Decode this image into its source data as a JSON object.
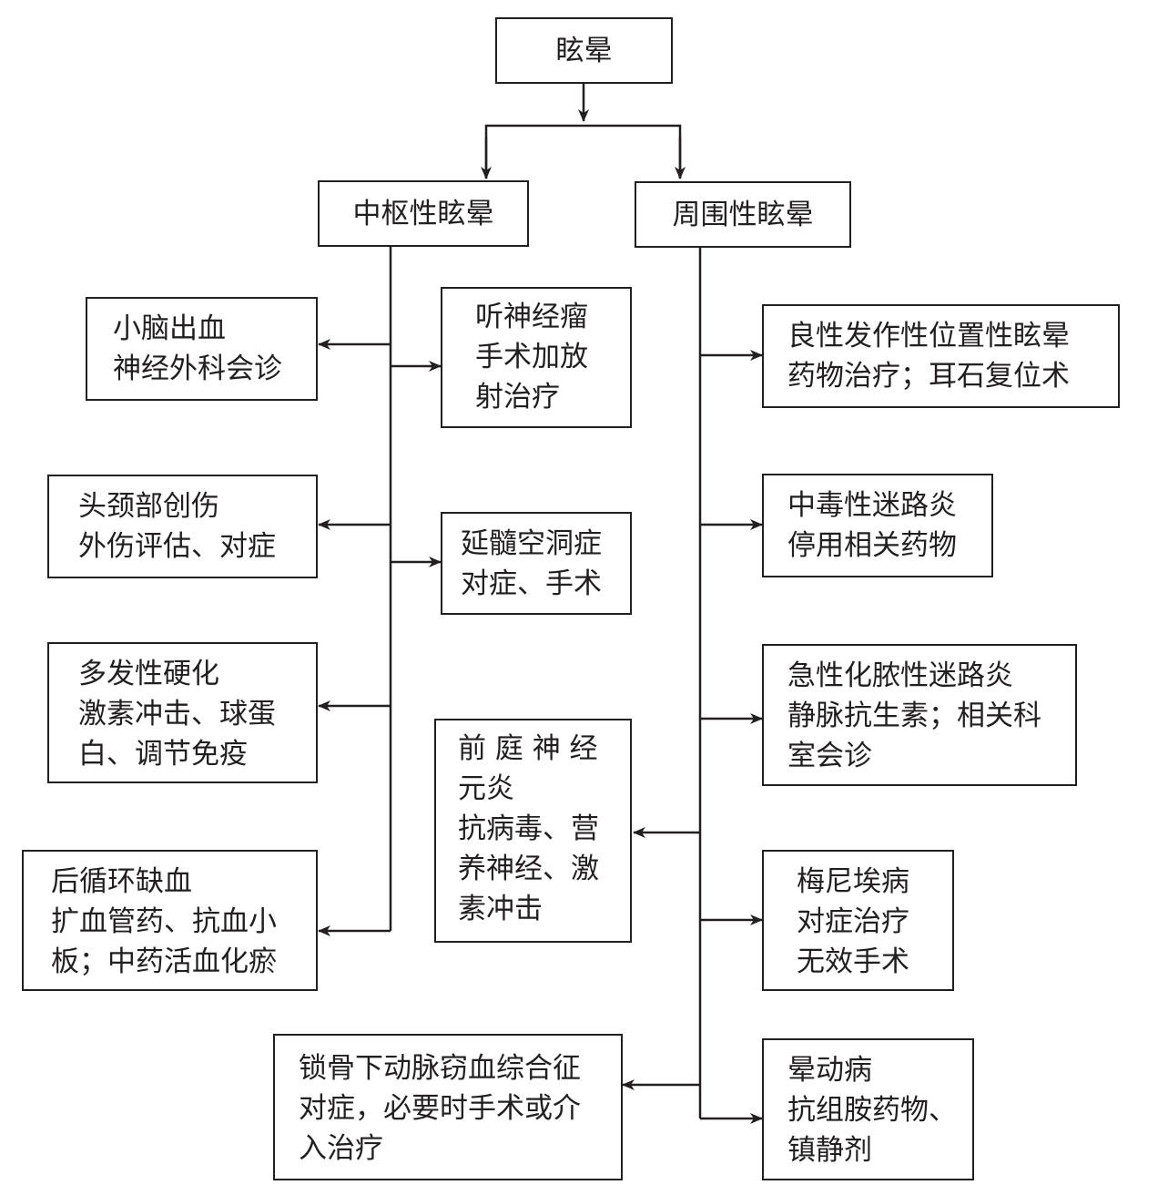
{
  "root": {
    "label": "眩晕"
  },
  "central": {
    "title": "中枢性眩晕",
    "nodes": [
      {
        "id": "cerebellar",
        "lines": [
          "小脑出血",
          "神经外科会诊"
        ]
      },
      {
        "id": "acoustic",
        "lines": [
          "听神经瘤",
          "手术加放",
          "射治疗"
        ]
      },
      {
        "id": "trauma",
        "lines": [
          "头颈部创伤",
          "外伤评估、对症"
        ]
      },
      {
        "id": "syringo",
        "lines": [
          "延髓空洞症",
          "对症、手术"
        ]
      },
      {
        "id": "ms",
        "lines": [
          "多发性硬化",
          "激素冲击、球蛋",
          "白、调节免疫"
        ]
      },
      {
        "id": "posterior",
        "lines": [
          "后循环缺血",
          "扩血管药、抗血小",
          "板；中药活血化瘀"
        ]
      }
    ]
  },
  "peripheral": {
    "title": "周围性眩晕",
    "nodes": [
      {
        "id": "bppv",
        "lines": [
          "良性发作性位置性眩晕",
          "药物治疗；耳石复位术"
        ]
      },
      {
        "id": "toxic",
        "lines": [
          "中毒性迷路炎",
          "停用相关药物"
        ]
      },
      {
        "id": "suppurative",
        "lines": [
          "急性化脓性迷路炎",
          "静脉抗生素；相关科",
          "室会诊"
        ]
      },
      {
        "id": "vestibular",
        "lines": [
          "前 庭 神 经",
          "元炎",
          "抗病毒、营",
          "养神经、激",
          "素冲击"
        ]
      },
      {
        "id": "meniere",
        "lines": [
          "梅尼埃病",
          "对症治疗",
          "无效手术"
        ]
      },
      {
        "id": "subclavian",
        "lines": [
          "锁骨下动脉窃血综合征",
          "对症，必要时手术或介",
          "入治疗"
        ]
      },
      {
        "id": "motion",
        "lines": [
          "晕动病",
          "抗组胺药物、",
          "镇静剂"
        ]
      }
    ]
  }
}
